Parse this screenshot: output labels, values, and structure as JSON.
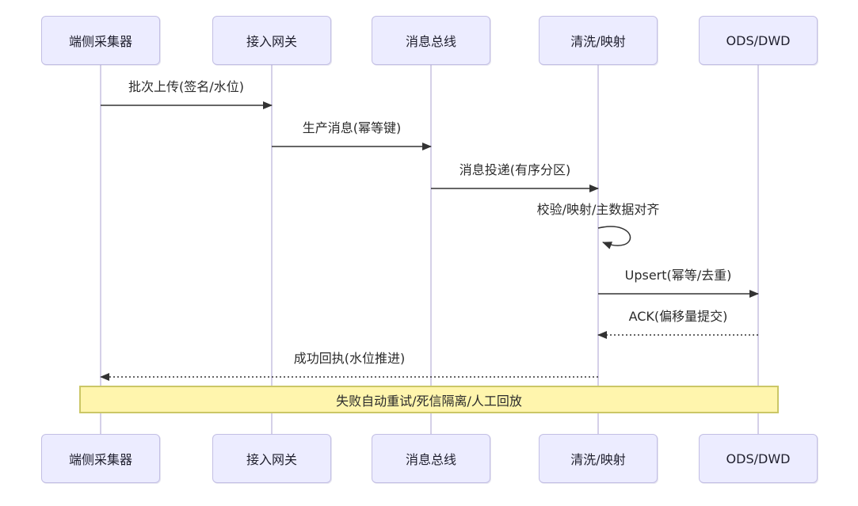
{
  "diagram": {
    "kind": "sequence-diagram",
    "participants": [
      {
        "name": "端侧采集器"
      },
      {
        "name": "接入网关"
      },
      {
        "name": "消息总线"
      },
      {
        "name": "清洗/映射"
      },
      {
        "name": "ODS/DWD"
      }
    ],
    "messages": [
      {
        "from": "端侧采集器",
        "to": "接入网关",
        "label": "批次上传(签名/水位)",
        "style": "solid"
      },
      {
        "from": "接入网关",
        "to": "消息总线",
        "label": "生产消息(幂等键)",
        "style": "solid"
      },
      {
        "from": "消息总线",
        "to": "清洗/映射",
        "label": "消息投递(有序分区)",
        "style": "solid"
      },
      {
        "from": "清洗/映射",
        "to": "清洗/映射",
        "label": "校验/映射/主数据对齐",
        "style": "self-loop"
      },
      {
        "from": "清洗/映射",
        "to": "ODS/DWD",
        "label": "Upsert(幂等/去重)",
        "style": "solid"
      },
      {
        "from": "ODS/DWD",
        "to": "清洗/映射",
        "label": "ACK(偏移量提交)",
        "style": "dashed"
      },
      {
        "from": "清洗/映射",
        "to": "端侧采集器",
        "label": "成功回执(水位推进)",
        "style": "dashed"
      }
    ],
    "note": {
      "text": "失败自动重试/死信隔离/人工回放",
      "placement": "over all participants"
    },
    "colors": {
      "actor_fill": "#ECECFF",
      "actor_border": "#c3bfe4",
      "lifeline": "#d5d0e8",
      "arrow": "#333333",
      "note_fill": "#fff5ad",
      "note_border": "#cbc766",
      "text": "#2b2b2b",
      "background": "#ffffff"
    }
  }
}
